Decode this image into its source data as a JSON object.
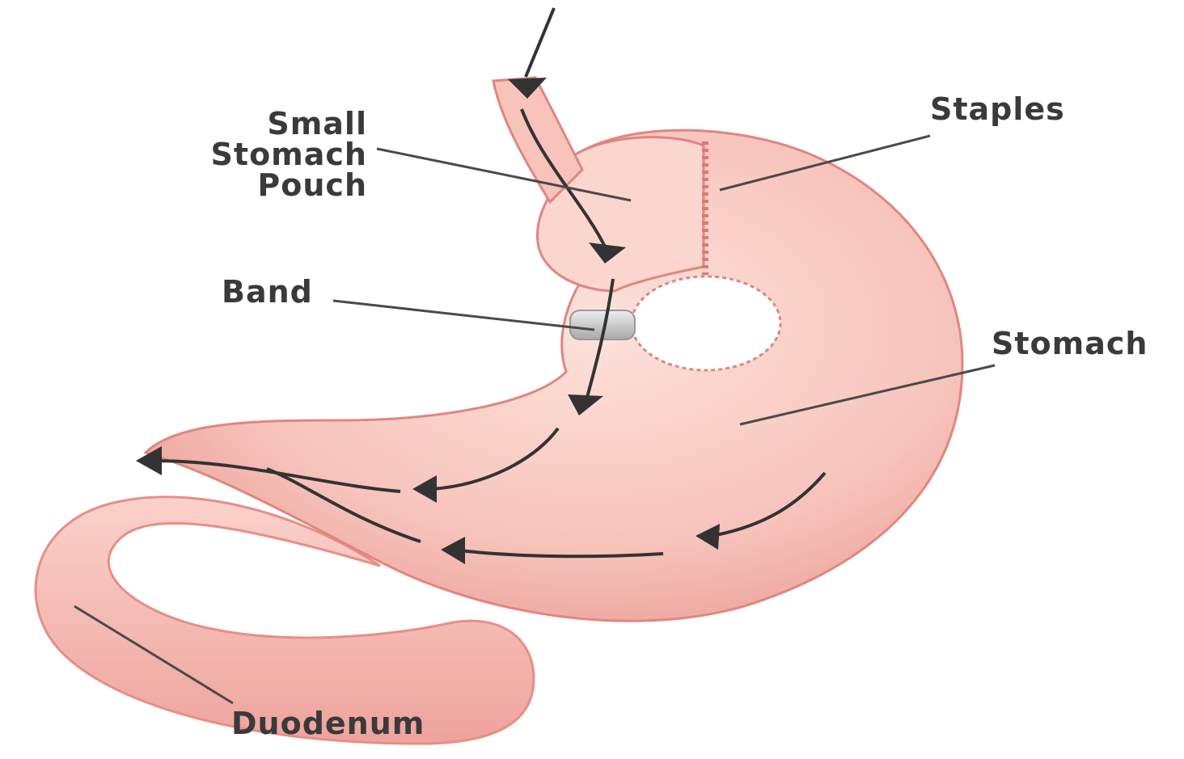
{
  "labels": {
    "small_stomach_pouch": [
      "Small",
      "Stomach",
      "Pouch"
    ],
    "staples": "Staples",
    "band": "Band",
    "stomach": "Stomach",
    "duodenum": "Duodenum"
  },
  "colors": {
    "tissue": "#f3b3ad",
    "tissue_light": "#fbd9d3",
    "tissue_dark": "#e48c86",
    "band": "#c9c9c9",
    "arrow": "#333333",
    "leader_line": "#4a4a4a",
    "label_text": "#3a3a3a"
  }
}
